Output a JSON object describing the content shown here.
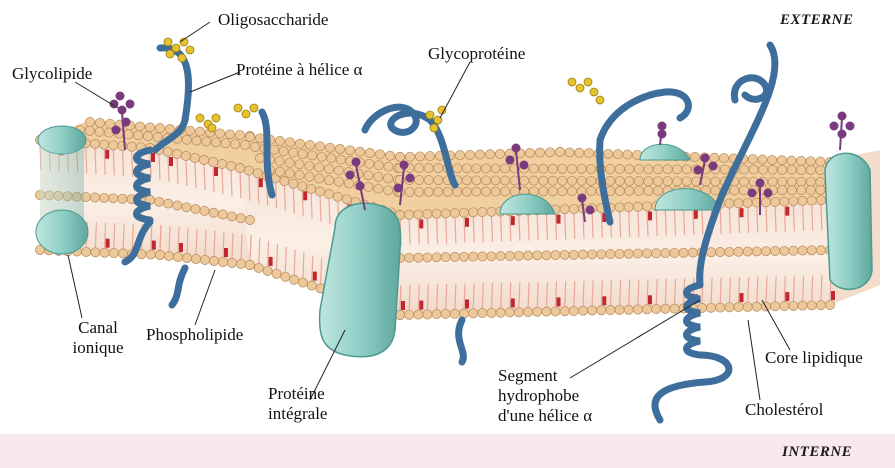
{
  "labels": {
    "externe": "EXTERNE",
    "interne": "INTERNE",
    "oligosaccharide": "Oligosaccharide",
    "glycolipide": "Glycolipide",
    "proteine_helice": "Protéine à hélice α",
    "glycoproteine": "Glycoprotéine",
    "canal_line1": "Canal",
    "canal_line2": "ionique",
    "phospholipide": "Phospholipide",
    "proteine_integrale_line1": "Protéine",
    "proteine_integrale_line2": "intégrale",
    "segment_line1": "Segment",
    "segment_line2": "hydrophobe",
    "segment_line3": "d'une hélice α",
    "core_lipidique": "Core lipidique",
    "cholesterol": "Cholestérol"
  },
  "colors": {
    "head": "#ecc89a",
    "head_stroke": "#b98a5a",
    "tail": "#f1d8ce",
    "tail_line": "#e6a997",
    "protein_teal": "#8fcfc6",
    "protein_stroke": "#4d9a90",
    "helix_blue": "#3e6f9c",
    "sugar_yellow": "#e6c22e",
    "sugar_purple": "#7a3a7e",
    "cholesterol_red": "#c2262e"
  }
}
